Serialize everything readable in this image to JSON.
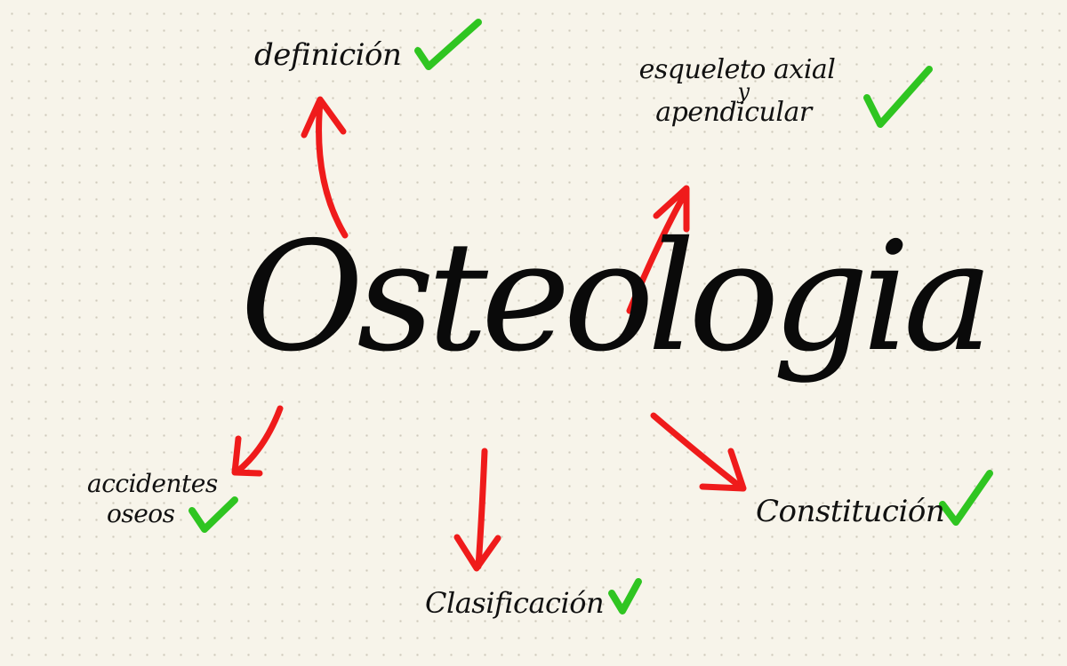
{
  "diagram": {
    "title": "Osteologia",
    "nodes": [
      {
        "id": "definicion",
        "lines": [
          "definición"
        ],
        "checked": true
      },
      {
        "id": "esqueleto",
        "lines": [
          "esqueleto axial",
          "y",
          "apendicular"
        ],
        "checked": true
      },
      {
        "id": "accidentes",
        "lines": [
          "accidentes",
          "oseos"
        ],
        "checked": true
      },
      {
        "id": "clasificacion",
        "lines": [
          "Clasificación"
        ],
        "checked": true
      },
      {
        "id": "constitucion",
        "lines": [
          "Constitución"
        ],
        "checked": true
      }
    ],
    "colors": {
      "arrow": "#ef1b1b",
      "check": "#2fc521",
      "ink": "#111111",
      "background": "#f7f4ea"
    }
  }
}
